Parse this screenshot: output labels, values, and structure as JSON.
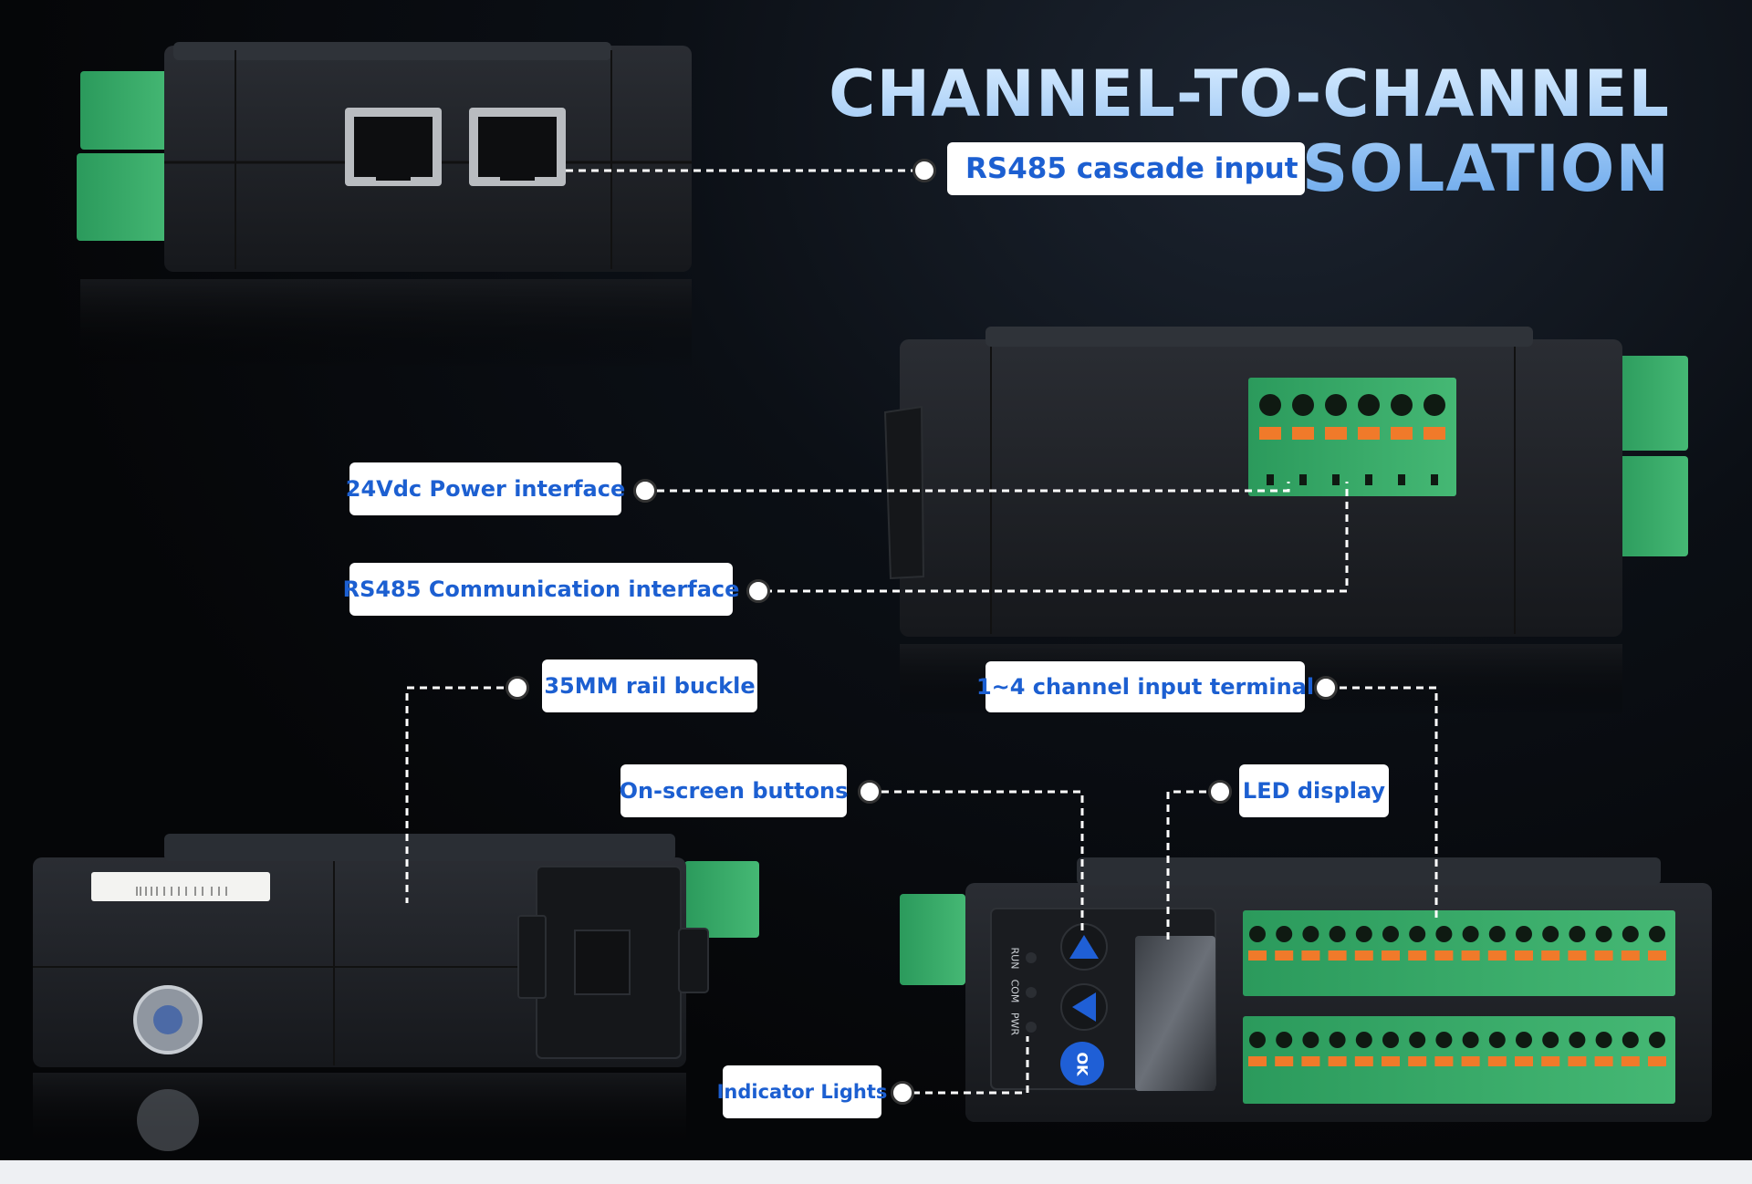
{
  "title": "CHANNEL-TO-CHANNEL ISOLATION",
  "callouts": {
    "rs485_cascade": "RS485 cascade input",
    "power_24vdc": "24Vdc Power interface",
    "rs485_comm": "RS485 Communication interface",
    "rail_buckle": "35MM rail buckle",
    "input_terminal": "1~4 channel input terminal",
    "onscreen_buttons": "On-screen buttons",
    "led_display": "LED display",
    "indicator_lights": "Indicator Lights"
  },
  "device": {
    "led_labels": [
      "RUN",
      "COM",
      "PWR"
    ],
    "ok_button": "OK"
  },
  "colors": {
    "label_text": "#1c5fd1",
    "terminal_green": "#2fa565",
    "terminal_orange": "#f07a2a",
    "button_blue": "#1f5fd6",
    "title_gradient_top": "#d8ecff",
    "title_gradient_bottom": "#6aa8ec"
  }
}
